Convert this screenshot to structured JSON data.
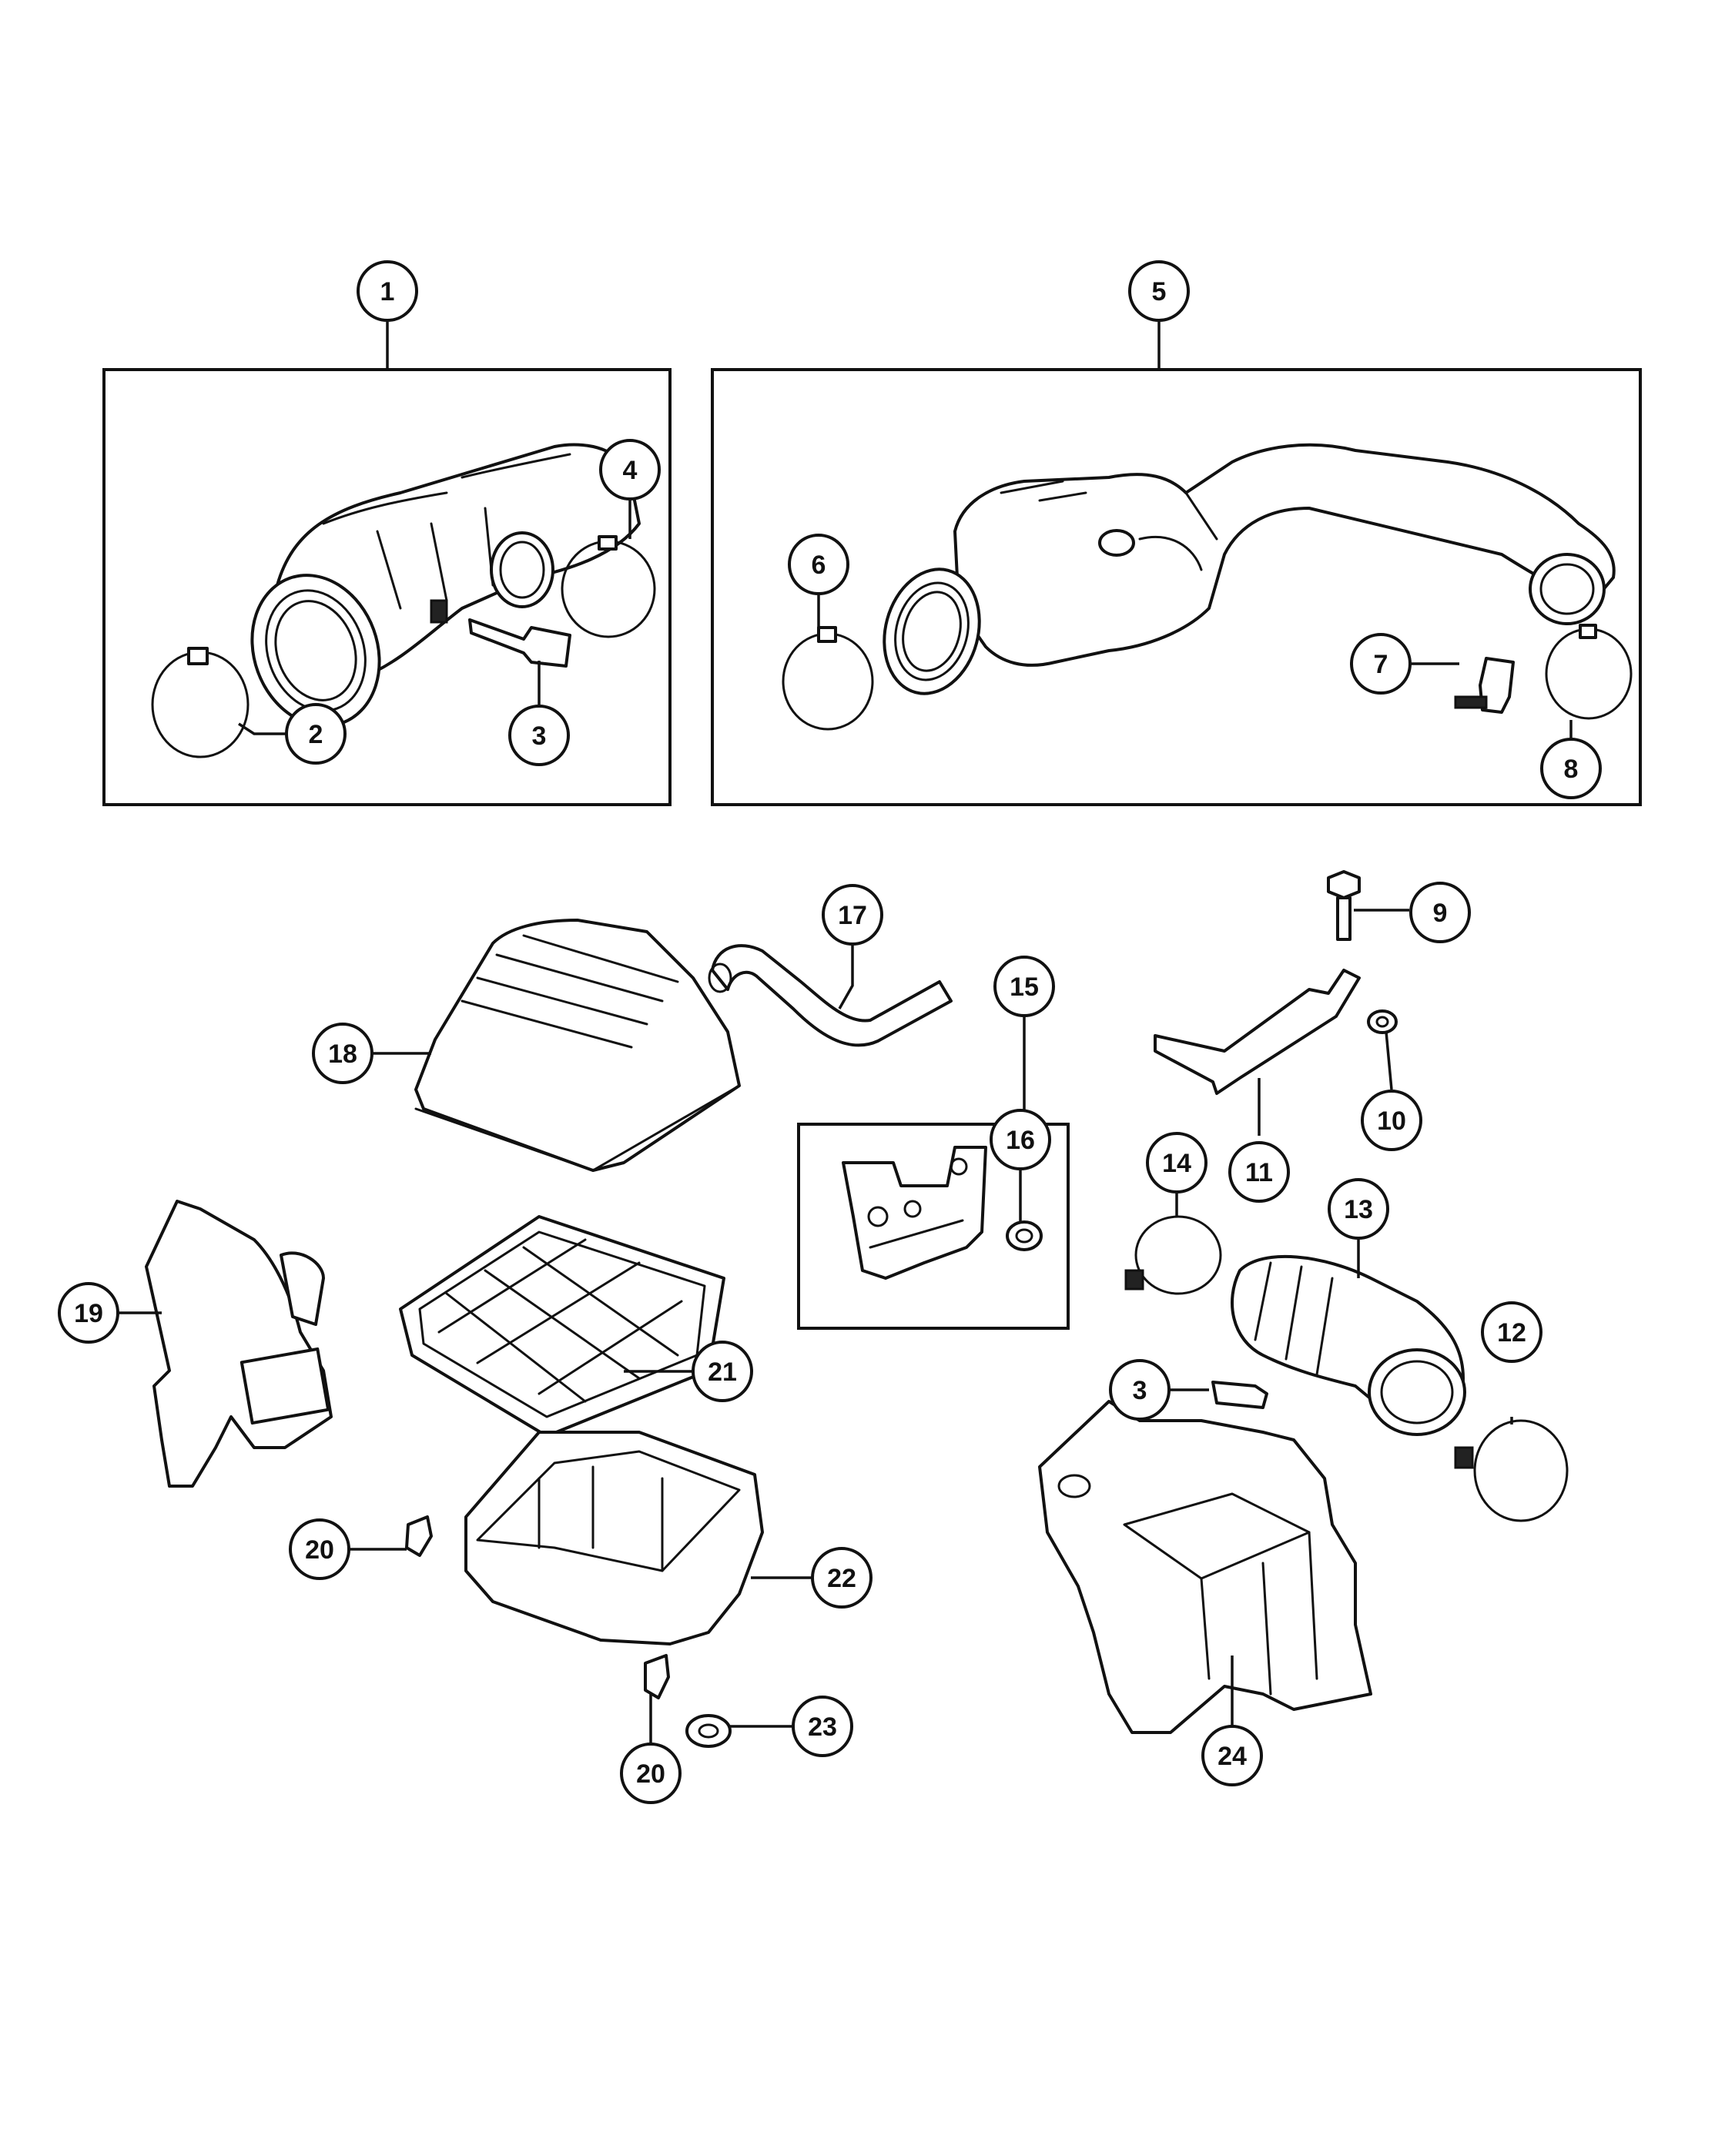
{
  "diagram": {
    "callouts": [
      {
        "id": "c1",
        "label": "1"
      },
      {
        "id": "c2",
        "label": "2"
      },
      {
        "id": "c3a",
        "label": "3"
      },
      {
        "id": "c4",
        "label": "4"
      },
      {
        "id": "c5",
        "label": "5"
      },
      {
        "id": "c6",
        "label": "6"
      },
      {
        "id": "c7",
        "label": "7"
      },
      {
        "id": "c8",
        "label": "8"
      },
      {
        "id": "c9",
        "label": "9"
      },
      {
        "id": "c10",
        "label": "10"
      },
      {
        "id": "c11",
        "label": "11"
      },
      {
        "id": "c12",
        "label": "12"
      },
      {
        "id": "c13",
        "label": "13"
      },
      {
        "id": "c14",
        "label": "14"
      },
      {
        "id": "c15",
        "label": "15"
      },
      {
        "id": "c16",
        "label": "16"
      },
      {
        "id": "c17",
        "label": "17"
      },
      {
        "id": "c18",
        "label": "18"
      },
      {
        "id": "c19",
        "label": "19"
      },
      {
        "id": "c20a",
        "label": "20"
      },
      {
        "id": "c20b",
        "label": "20"
      },
      {
        "id": "c21",
        "label": "21"
      },
      {
        "id": "c22",
        "label": "22"
      },
      {
        "id": "c23",
        "label": "23"
      },
      {
        "id": "c24",
        "label": "24"
      },
      {
        "id": "c3b",
        "label": "3"
      }
    ]
  }
}
